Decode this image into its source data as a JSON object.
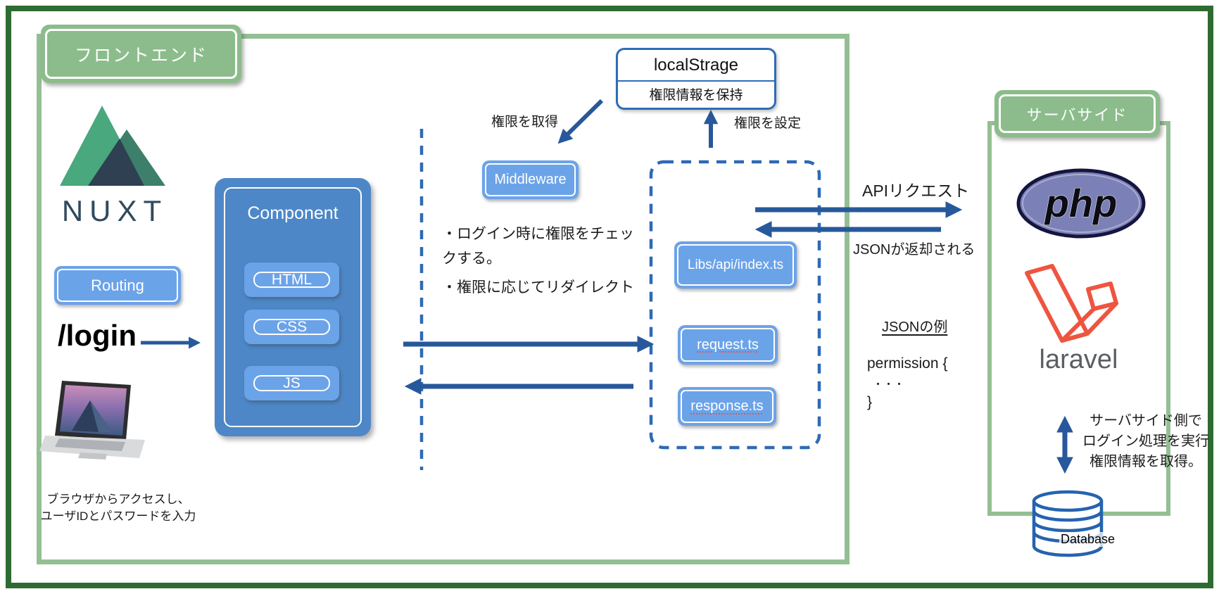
{
  "frontend": {
    "label": "フロントエンド",
    "nuxt_wordmark": "NUXT",
    "routing_label": "Routing",
    "login_path": "/login",
    "browser_note_line1": "ブラウザからアクセスし、",
    "browser_note_line2": "ユーザIDとパスワードを入力",
    "component": {
      "title": "Component",
      "items": [
        "HTML",
        "CSS",
        "JS"
      ]
    },
    "middleware_label": "Middleware",
    "middleware_note_line1": "・ログイン時に権限をチェッ",
    "middleware_note_line2": "クする。",
    "middleware_note_line3": "・権限に応じてリダイレクト",
    "get_permission_label": "権限を取得",
    "set_permission_label": "権限を設定",
    "localstorage": {
      "title": "localStrage",
      "subtitle": "権限情報を保持"
    },
    "api_layer": {
      "items": [
        "Libs/api/index.ts",
        "request.ts",
        "response.ts"
      ]
    }
  },
  "exchange": {
    "api_request_label": "APIリクエスト",
    "json_return_label": "JSONが返却される",
    "json_example_title": "JSONの例",
    "json_line1": "permission {",
    "json_line2": "・・・",
    "json_line3": "}"
  },
  "server": {
    "label": "サーバサイド",
    "php_wordmark": "php",
    "laravel_wordmark": "laravel",
    "note_line1": "サーバサイド側で",
    "note_line2": "ログイン処理を実行",
    "note_line3": "権限情報を取得。",
    "database_label": "Database"
  },
  "colors": {
    "frame_green": "#2e6b30",
    "panel_green": "#94bf94",
    "label_green": "#8cbc8c",
    "box_blue": "#6ba3e9",
    "component_blue": "#4d87c7",
    "arrow_blue": "#27589b",
    "dashed_blue": "#2e6ab5",
    "php_purple": "#7b80b7",
    "laravel_red": "#ee5540"
  }
}
